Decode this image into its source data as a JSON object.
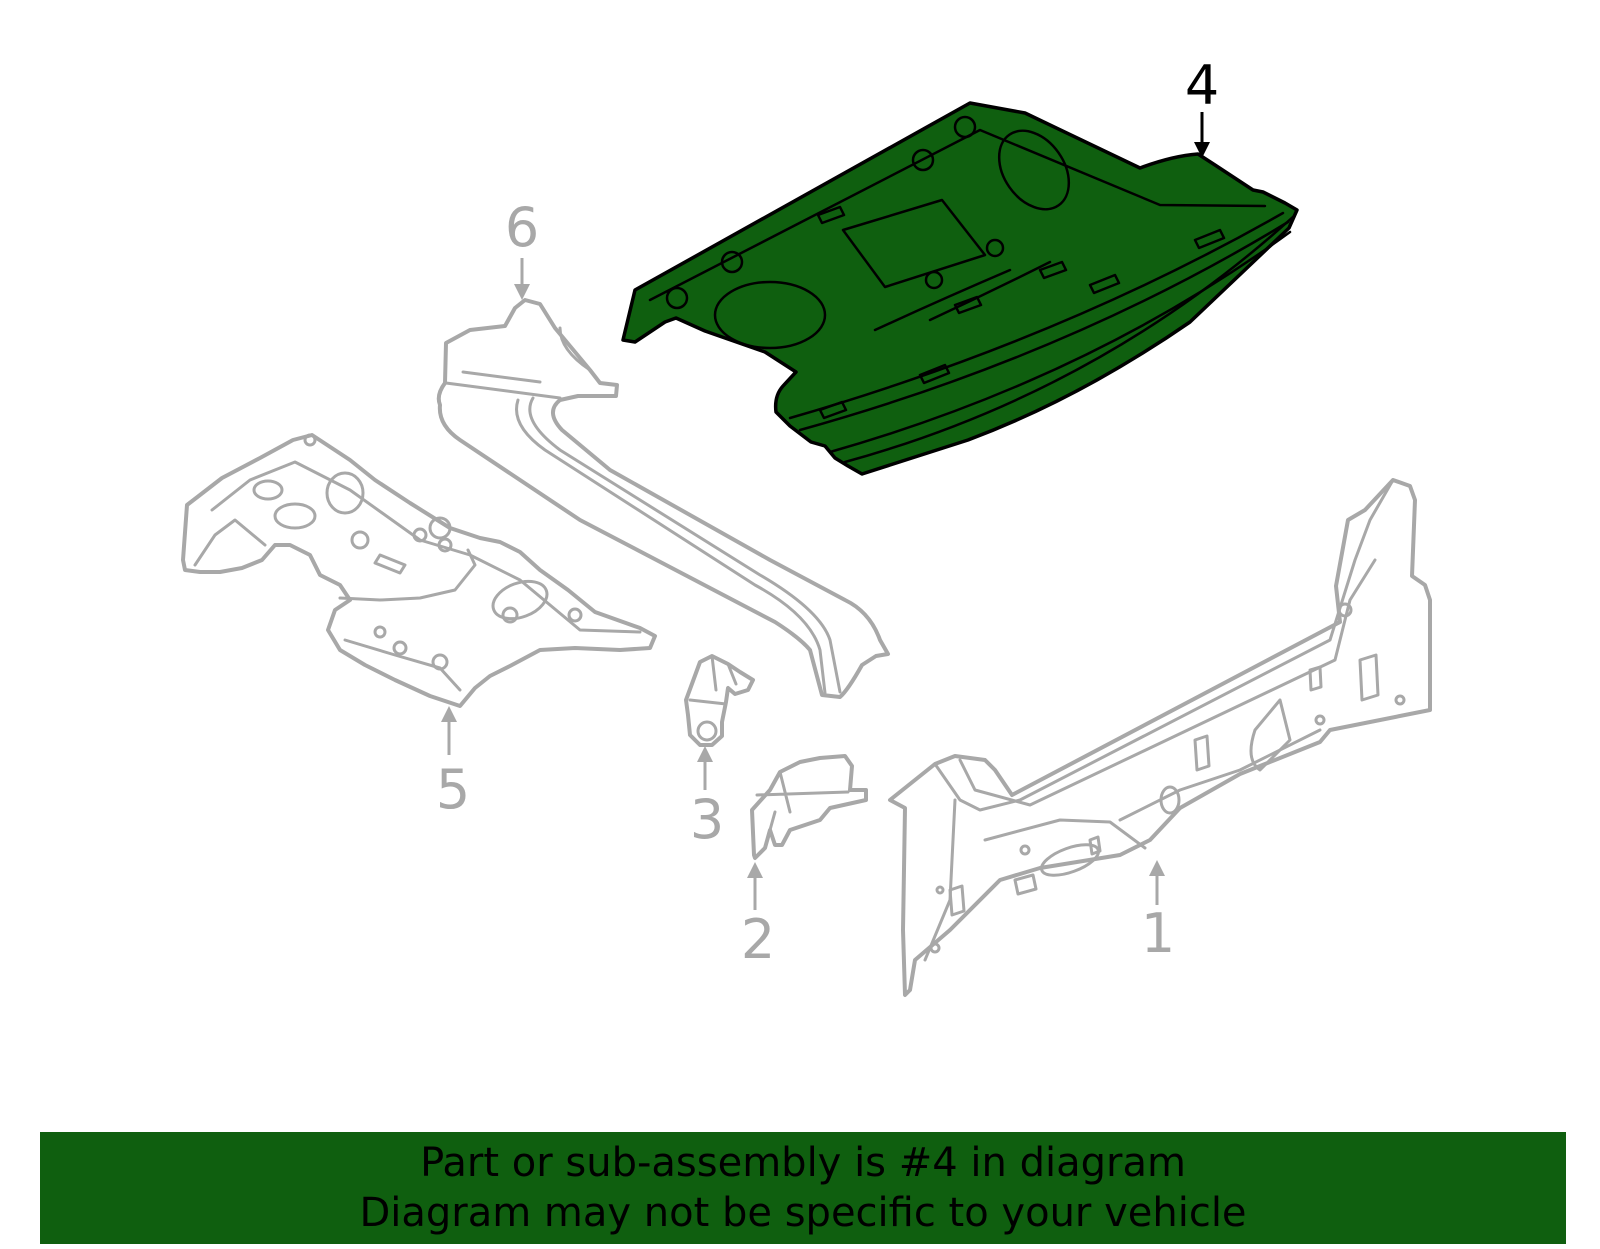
{
  "colors": {
    "highlight": "#0f5f0f",
    "banner_background": "#0f5f0f",
    "grey_part": "#a8a8a8",
    "outline": "#000000"
  },
  "diagram": {
    "highlighted_part": "4",
    "callouts": [
      {
        "id": "1",
        "label": "1"
      },
      {
        "id": "2",
        "label": "2"
      },
      {
        "id": "3",
        "label": "3"
      },
      {
        "id": "4",
        "label": "4"
      },
      {
        "id": "5",
        "label": "5"
      },
      {
        "id": "6",
        "label": "6"
      }
    ]
  },
  "banner": {
    "line1": "Part or sub-assembly is #4 in diagram",
    "line2": "Diagram may not be specific to your vehicle"
  }
}
